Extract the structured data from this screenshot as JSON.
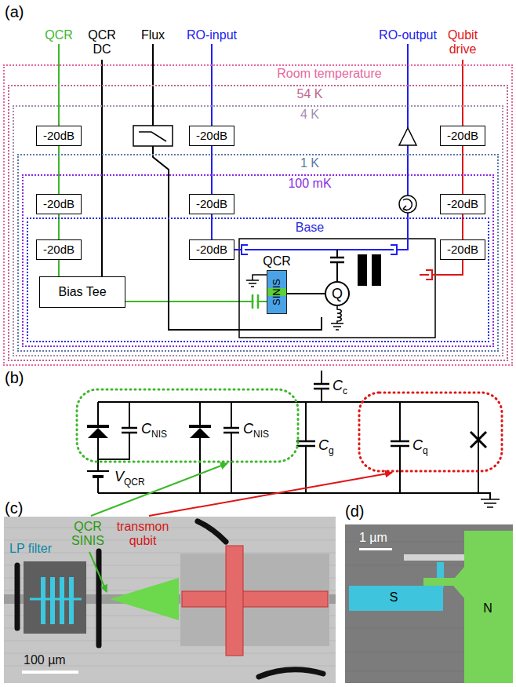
{
  "diagram": {
    "nodes": [
      {
        "text": [
          "Room temperature"
        ]
      },
      {
        "text": [
          "54 K"
        ],
        "in": 0
      },
      {
        "text": [
          "4 K"
        ],
        "in": 1
      },
      {
        "text": [
          "-20dB"
        ],
        "in": 2
      },
      {
        "text": [
          "-20dB"
        ],
        "in": 2
      },
      {
        "text": [
          "-20dB"
        ],
        "in": 2
      },
      {
        "text": [
          "1 K"
        ],
        "in": 2
      },
      {
        "text": [
          "100 mK"
        ],
        "in": 6
      },
      {
        "text": [
          "-20dB"
        ],
        "in": 7
      },
      {
        "text": [
          "-20dB"
        ],
        "in": 7
      },
      {
        "text": [
          "-20dB"
        ],
        "in": 7
      },
      {
        "text": [
          "Base"
        ],
        "in": 7
      },
      {
        "text": [
          "-20dB"
        ],
        "in": 11
      },
      {
        "text": [
          "-20dB"
        ],
        "in": 11
      },
      {
        "text": [
          "-20dB"
        ],
        "in": 11
      },
      {
        "text": [
          "Bias Tee"
        ],
        "in": 11
      },
      {
        "text": [
          "QCR",
          "SINIS"
        ],
        "in": 11
      },
      {
        "text": [
          "Q"
        ],
        "in": 11
      }
    ],
    "edges": [
      {
        "from": 3,
        "to": 8,
        "arrow": "none"
      },
      {
        "from": 8,
        "to": 12,
        "arrow": "none"
      },
      {
        "from": 12,
        "to": 15,
        "arrow": "none"
      },
      {
        "from": 4,
        "to": 9,
        "arrow": "none"
      },
      {
        "from": 9,
        "to": 13,
        "arrow": "none"
      },
      {
        "from": 5,
        "to": 10,
        "arrow": "none"
      },
      {
        "from": 10,
        "to": 14,
        "arrow": "none"
      },
      {
        "from": 15,
        "to": 16,
        "arrow": "none"
      },
      {
        "from": 16,
        "to": 17,
        "arrow": "none"
      }
    ],
    "labels": [
      "(a)",
      "QCR",
      "QCR DC",
      "Flux",
      "RO-input",
      "RO-output",
      "Qubit drive",
      "(b)",
      "CNIS",
      "CNIS",
      "Cg",
      "Cc",
      "Cq",
      "VQCR",
      "(c)",
      "LP filter",
      "QCR SINIS",
      "transmon qubit",
      "100 µm",
      "(d)",
      "1 µm",
      "S",
      "N"
    ]
  }
}
